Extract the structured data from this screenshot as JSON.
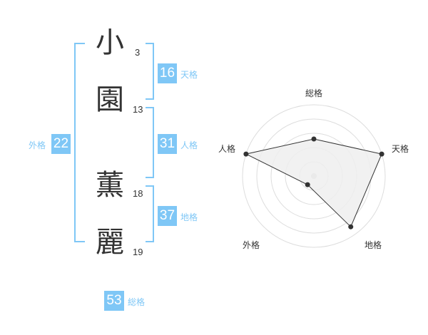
{
  "name": {
    "characters": [
      {
        "char": "小",
        "strokes": "3"
      },
      {
        "char": "園",
        "strokes": "13"
      },
      {
        "char": "薫",
        "strokes": "18"
      },
      {
        "char": "麗",
        "strokes": "19"
      }
    ]
  },
  "kaku": {
    "tenkaku": {
      "value": "16",
      "label": "天格"
    },
    "jinkaku": {
      "value": "31",
      "label": "人格"
    },
    "chikaku": {
      "value": "37",
      "label": "地格"
    },
    "gaikaku": {
      "value": "22",
      "label": "外格"
    },
    "soukaku": {
      "value": "53",
      "label": "総格"
    }
  },
  "radar": {
    "axes": [
      "総格",
      "天格",
      "地格",
      "外格",
      "人格"
    ],
    "rings": 5,
    "values": [
      0.52,
      1.0,
      0.88,
      0.15,
      1.0
    ],
    "colors": {
      "fill": "#eeeeee",
      "line": "#333333",
      "ring": "#dddddd",
      "center": "#cccccc"
    }
  }
}
